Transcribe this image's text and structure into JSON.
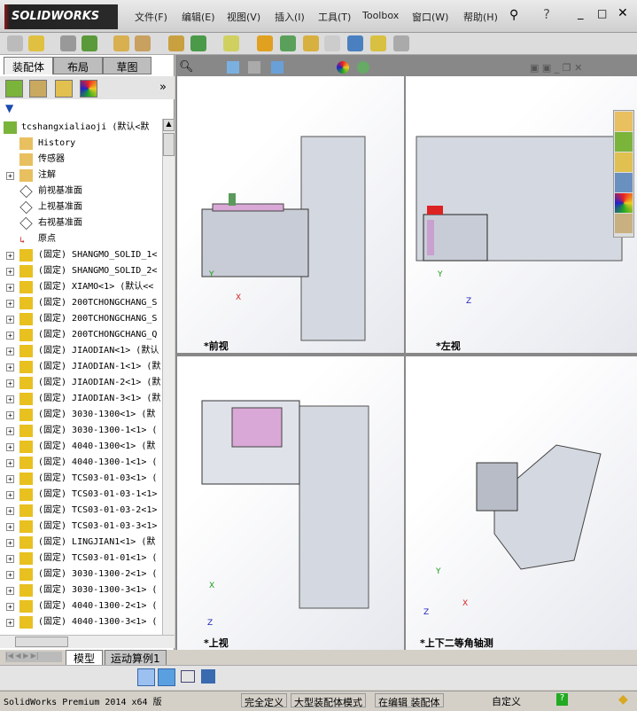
{
  "app": {
    "logo": "SOLIDWORKS",
    "menu": [
      "文件(F)",
      "编辑(E)",
      "视图(V)",
      "插入(I)",
      "工具(T)",
      "Toolbox",
      "窗口(W)",
      "帮助(H)"
    ],
    "help": "?"
  },
  "panel": {
    "tabs": [
      "装配体",
      "布局",
      "草图"
    ],
    "more": "»"
  },
  "tree": {
    "root": "tcshangxialiaoji  (默认<默",
    "items": [
      "History",
      "传感器",
      "注解",
      "前视基准面",
      "上视基准面",
      "右视基准面",
      "原点"
    ],
    "components": [
      "(固定) SHANGMO_SOLID_1<",
      "(固定) SHANGMO_SOLID_2<",
      "(固定) XIAMO<1> (默认<<",
      "(固定) 200TCHONGCHANG_S",
      "(固定) 200TCHONGCHANG_S",
      "(固定) 200TCHONGCHANG_Q",
      "(固定) JIAODIAN<1> (默认",
      "(固定) JIAODIAN-1<1> (默",
      "(固定) JIAODIAN-2<1> (默",
      "(固定) JIAODIAN-3<1> (默",
      "(固定) 3030-1300<1> (默",
      "(固定) 3030-1300-1<1> (",
      "(固定) 4040-1300<1> (默",
      "(固定) 4040-1300-1<1> (",
      "(固定) TCS03-01-03<1> (",
      "(固定) TCS03-01-03-1<1>",
      "(固定) TCS03-01-03-2<1>",
      "(固定) TCS03-01-03-3<1>",
      "(固定) LINGJIAN1<1> (默",
      "(固定) TCS03-01-01<1> (",
      "(固定) 3030-1300-2<1> (",
      "(固定) 3030-1300-3<1> (",
      "(固定) 4040-1300-2<1> (",
      "(固定) 4040-1300-3<1> ("
    ]
  },
  "bottom_tabs": [
    "模型",
    "运动算例1"
  ],
  "viewports": [
    "*前视",
    "*左视",
    "*上视",
    "*上下二等角轴测"
  ],
  "axes": {
    "x": "X",
    "y": "Y",
    "z": "Z"
  },
  "status": {
    "product": "SolidWorks Premium 2014 x64 版",
    "defined": "完全定义",
    "mode": "大型装配体模式",
    "editing": "在编辑 装配体",
    "units": "自定义"
  }
}
